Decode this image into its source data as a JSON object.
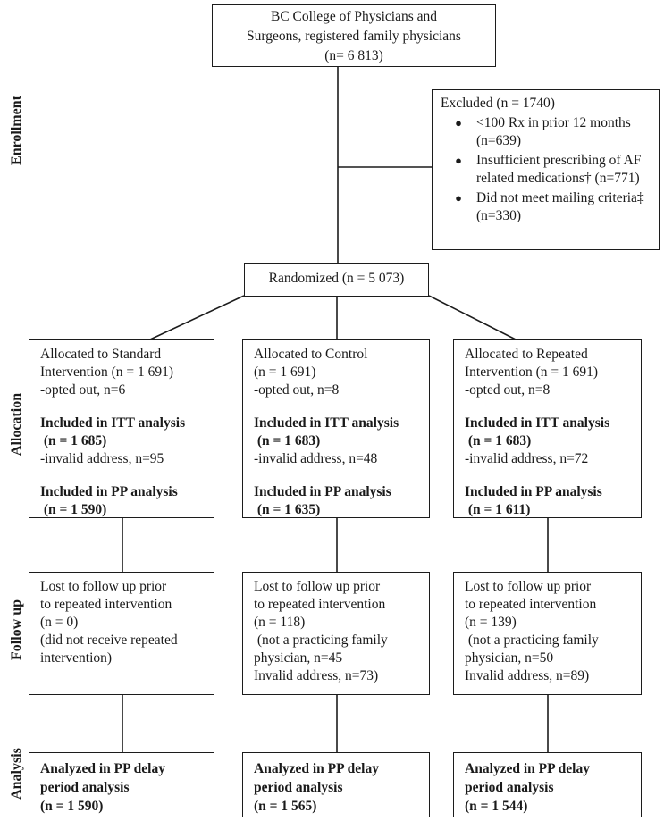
{
  "figure": {
    "stage_labels": [
      "Enrollment",
      "Allocation",
      "Follow up",
      "Analysis"
    ],
    "colors": {
      "line": "#1c1c1c",
      "text": "#1a1a1a",
      "background": "#ffffff"
    },
    "boxes": {
      "eligible": {
        "lines": [
          "BC College of Physicians and",
          "Surgeons, registered family physicians",
          "(n= 6 813)"
        ]
      },
      "excluded": {
        "title": "Excluded (n = 1740)",
        "bullet_glyph": "●",
        "bullets": [
          "<100 Rx in prior 12 months (n=639)",
          "Insufficient prescribing of AF related medications† (n=771)",
          "Did not meet mailing criteria‡ (n=330)"
        ]
      },
      "randomized": {
        "label": "Randomized (n = 5 073)"
      },
      "alloc_standard": {
        "lines": [
          "Allocated to Standard",
          "Intervention (n = 1 691)",
          "-opted out, n=6",
          "Included in ITT analysis",
          " (n = 1 685)",
          "-invalid address, n=95",
          "Included in PP analysis",
          " (n = 1 590)"
        ]
      },
      "alloc_control": {
        "lines": [
          "Allocated to Control",
          "(n = 1 691)",
          "-opted out, n=8",
          "Included in ITT analysis",
          " (n = 1 683)",
          "-invalid address, n=48",
          "Included in PP analysis",
          " (n = 1 635)"
        ]
      },
      "alloc_repeated": {
        "lines": [
          "Allocated to Repeated",
          "Intervention (n = 1 691)",
          "-opted out, n=8",
          "Included in ITT analysis",
          " (n = 1 683)",
          "-invalid address, n=72",
          "Included in PP analysis",
          " (n = 1 611)"
        ]
      },
      "follow_standard": {
        "lines": [
          "Lost to follow up prior",
          "to repeated intervention",
          "(n = 0)",
          "(did not receive repeated",
          "intervention)"
        ]
      },
      "follow_control": {
        "lines": [
          "Lost to follow up prior",
          "to repeated intervention",
          "(n = 118)",
          " (not a practicing family",
          "physician, n=45",
          "Invalid address, n=73)"
        ]
      },
      "follow_repeated": {
        "lines": [
          "Lost to follow up prior",
          "to repeated intervention",
          "(n = 139)",
          " (not a practicing family",
          "physician, n=50",
          "Invalid address, n=89)"
        ]
      },
      "analysis_standard": {
        "lines": [
          "Analyzed in PP delay",
          "period analysis",
          "(n = 1 590)"
        ]
      },
      "analysis_control": {
        "lines": [
          "Analyzed in PP delay",
          "period analysis",
          "(n = 1 565)"
        ]
      },
      "analysis_repeated": {
        "lines": [
          "Analyzed in PP delay",
          "period analysis",
          "(n = 1 544)"
        ]
      }
    }
  }
}
